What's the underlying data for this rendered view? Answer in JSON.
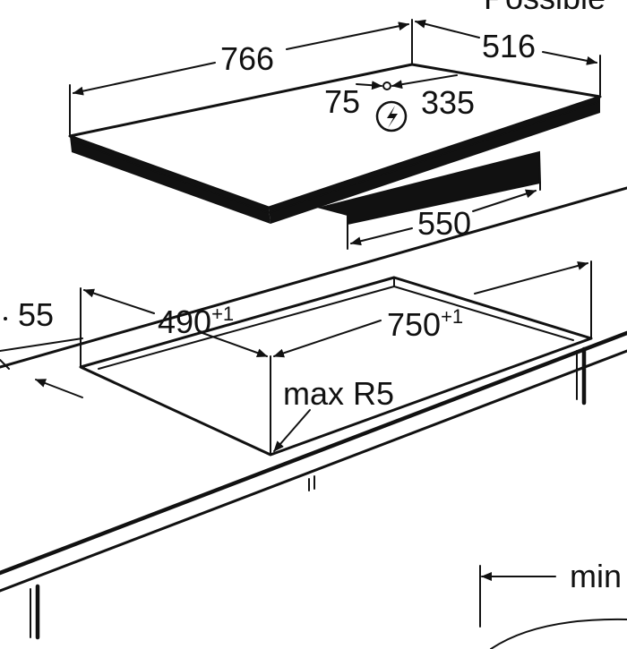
{
  "hob": {
    "width": "766",
    "depth": "516",
    "connection_offset_x": "75",
    "connection_offset_y": "335",
    "electrical_symbol": "⚡",
    "bottom_width": "550",
    "top_cut_text": "Possible"
  },
  "cutout": {
    "depth": "490",
    "depth_tolerance": "+1",
    "width": "750",
    "width_tolerance": "+1",
    "corner_radius": "max R5",
    "edge_offset": "55"
  },
  "clearance": {
    "label": "min"
  },
  "colors": {
    "line": "#111111",
    "background": "#ffffff"
  }
}
